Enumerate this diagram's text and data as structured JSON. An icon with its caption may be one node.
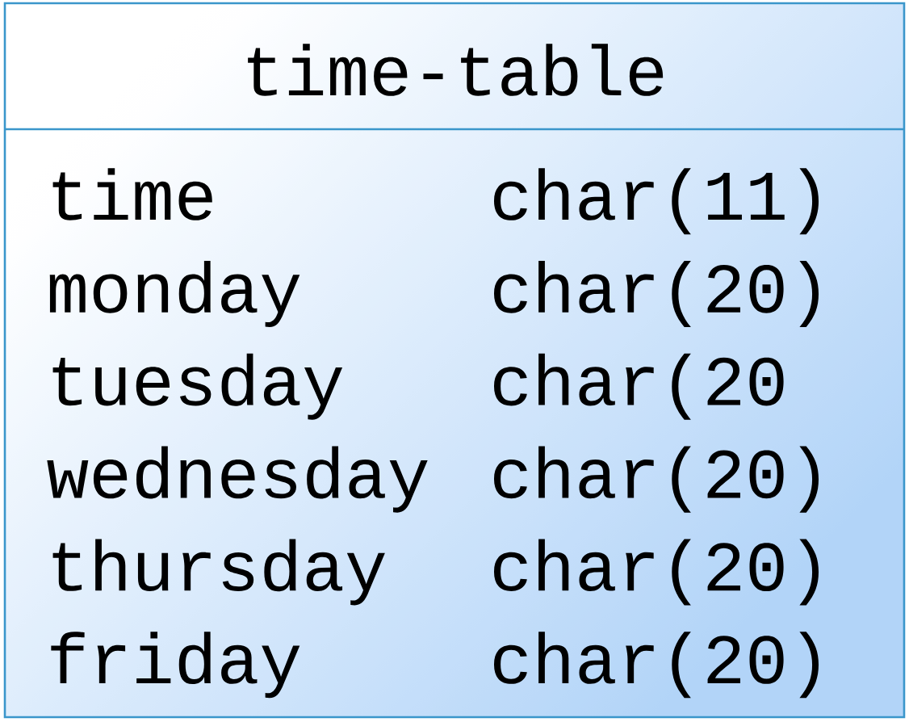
{
  "diagram": {
    "nodes": [
      {
        "text": [
          "time-table",
          "time",
          "char(11)",
          "monday",
          "char(20)",
          "tuesday",
          "char(20",
          "wednesday",
          "char(20)",
          "thursday",
          "char(20)",
          "friday",
          "char(20)"
        ]
      }
    ]
  }
}
